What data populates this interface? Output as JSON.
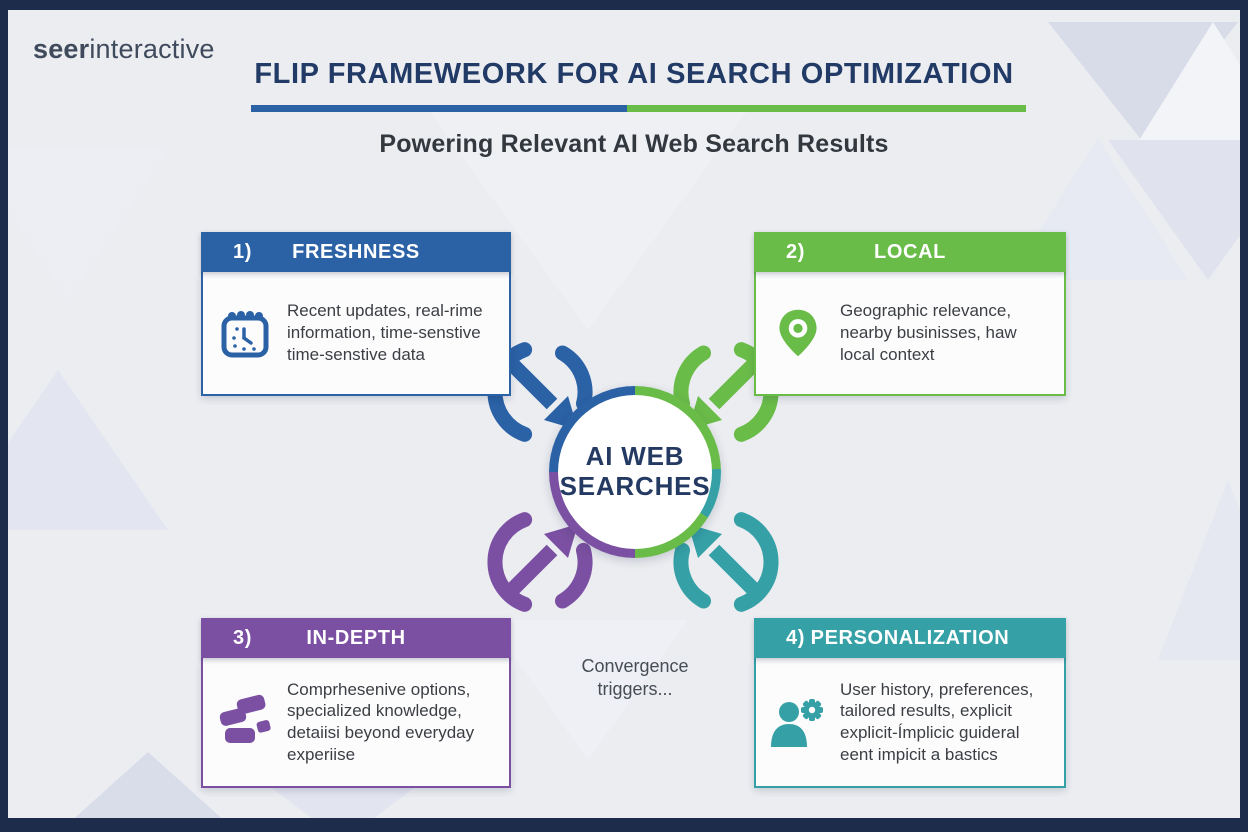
{
  "brand": {
    "name_bold": "seer",
    "name_regular": "interactive"
  },
  "header": {
    "title": "FLIP FRAMEWEORK FOR AI SEARCH OPTIMIZATION",
    "subtitle": "Powering Relevant AI Web Search Results"
  },
  "center": {
    "label_line1": "AI WEB",
    "label_line2": "SEARCHES",
    "caption_line1": "Convergence",
    "caption_line2": "triggers..."
  },
  "cards": [
    {
      "number": "1)",
      "title": "FRESHNESS",
      "body": "Recent updates, real-rime information, time-senstive time-senstive data",
      "color": "#2b62a6",
      "icon": "calendar-clock-icon"
    },
    {
      "number": "2)",
      "title": "LOCAL",
      "body": "Geographic relevance, nearby businisses, haw local context",
      "color": "#6abc49",
      "icon": "location-pin-icon"
    },
    {
      "number": "3)",
      "title": "IN-DEPTH",
      "body": "Comprhesenive options, specialized knowledge, detaiisi beyond everyday experiise",
      "color": "#7b50a2",
      "icon": "stacked-blocks-icon"
    },
    {
      "number": "4)",
      "title": "PERSONALIZATION",
      "body": "User history, preferences, tailored results, explicit explicit-Ímplicic guideral eent impicit a bastics",
      "color": "#35a1a6",
      "icon": "user-gear-icon"
    }
  ],
  "colors": {
    "frame_navy": "#1c2c4a",
    "background": "#ebedf1",
    "title_text": "#223a66",
    "accent_blue": "#2b62a6",
    "accent_green": "#6abc49",
    "accent_purple": "#7b50a2",
    "accent_teal": "#35a1a6"
  }
}
